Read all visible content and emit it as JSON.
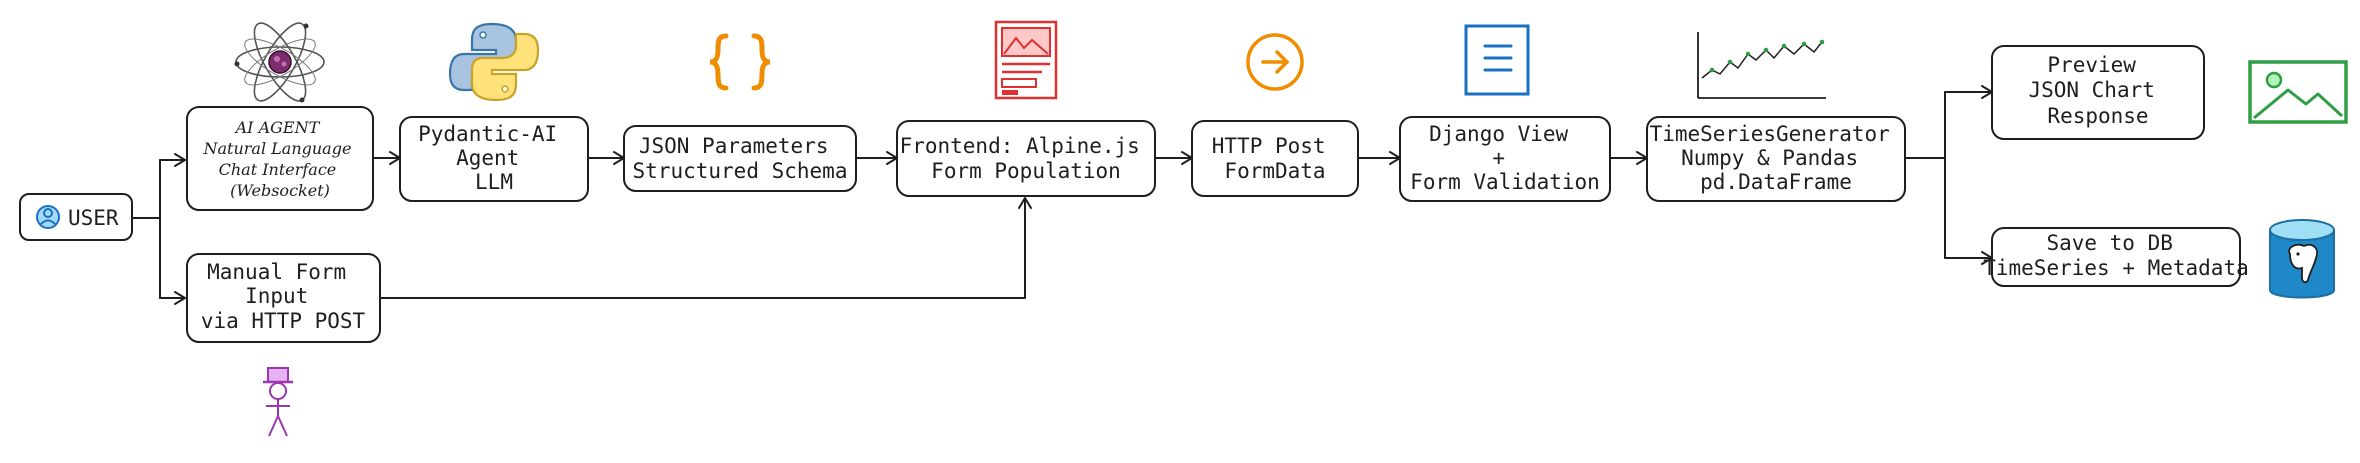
{
  "nodes": {
    "user": {
      "label": "USER"
    },
    "ai_agent": {
      "lines": [
        "AI AGENT",
        "Natural Language",
        "Chat Interface",
        "(Websocket)"
      ]
    },
    "manual_form": {
      "lines": [
        "Manual Form",
        "Input",
        "via HTTP POST"
      ]
    },
    "pydantic": {
      "lines": [
        "Pydantic-AI",
        "Agent",
        "LLM"
      ]
    },
    "json_params": {
      "lines": [
        "JSON Parameters",
        "Structured Schema"
      ]
    },
    "frontend": {
      "lines": [
        "Frontend: Alpine.js",
        "Form Population"
      ]
    },
    "http_post": {
      "lines": [
        "HTTP Post",
        "FormData"
      ]
    },
    "django": {
      "lines": [
        "Django View",
        "+",
        "Form Validation"
      ]
    },
    "tsgen": {
      "lines": [
        "TimeSeriesGenerator",
        "Numpy & Pandas",
        "pd.DataFrame"
      ]
    },
    "preview": {
      "lines": [
        "Preview",
        "JSON Chart",
        "Response"
      ]
    },
    "save_db": {
      "lines": [
        "Save to DB",
        "TimeSeries + Metadata"
      ]
    }
  },
  "icons": [
    "user-icon",
    "atom-icon",
    "python-logo-icon",
    "curly-braces-icon",
    "web-form-icon",
    "arrow-circle-icon",
    "document-icon",
    "line-chart-icon",
    "image-icon",
    "postgresql-database-icon",
    "django-top-hat-icon"
  ],
  "colors": {
    "stroke": "#1e1e1e",
    "orange": "#f08c00",
    "red": "#e03131",
    "blue": "#1971c2",
    "green": "#2f9e44",
    "purple": "#9c36b5",
    "python_blue": "#3776ab",
    "python_yellow": "#ffd43b",
    "db_blue": "#1e88c8"
  }
}
